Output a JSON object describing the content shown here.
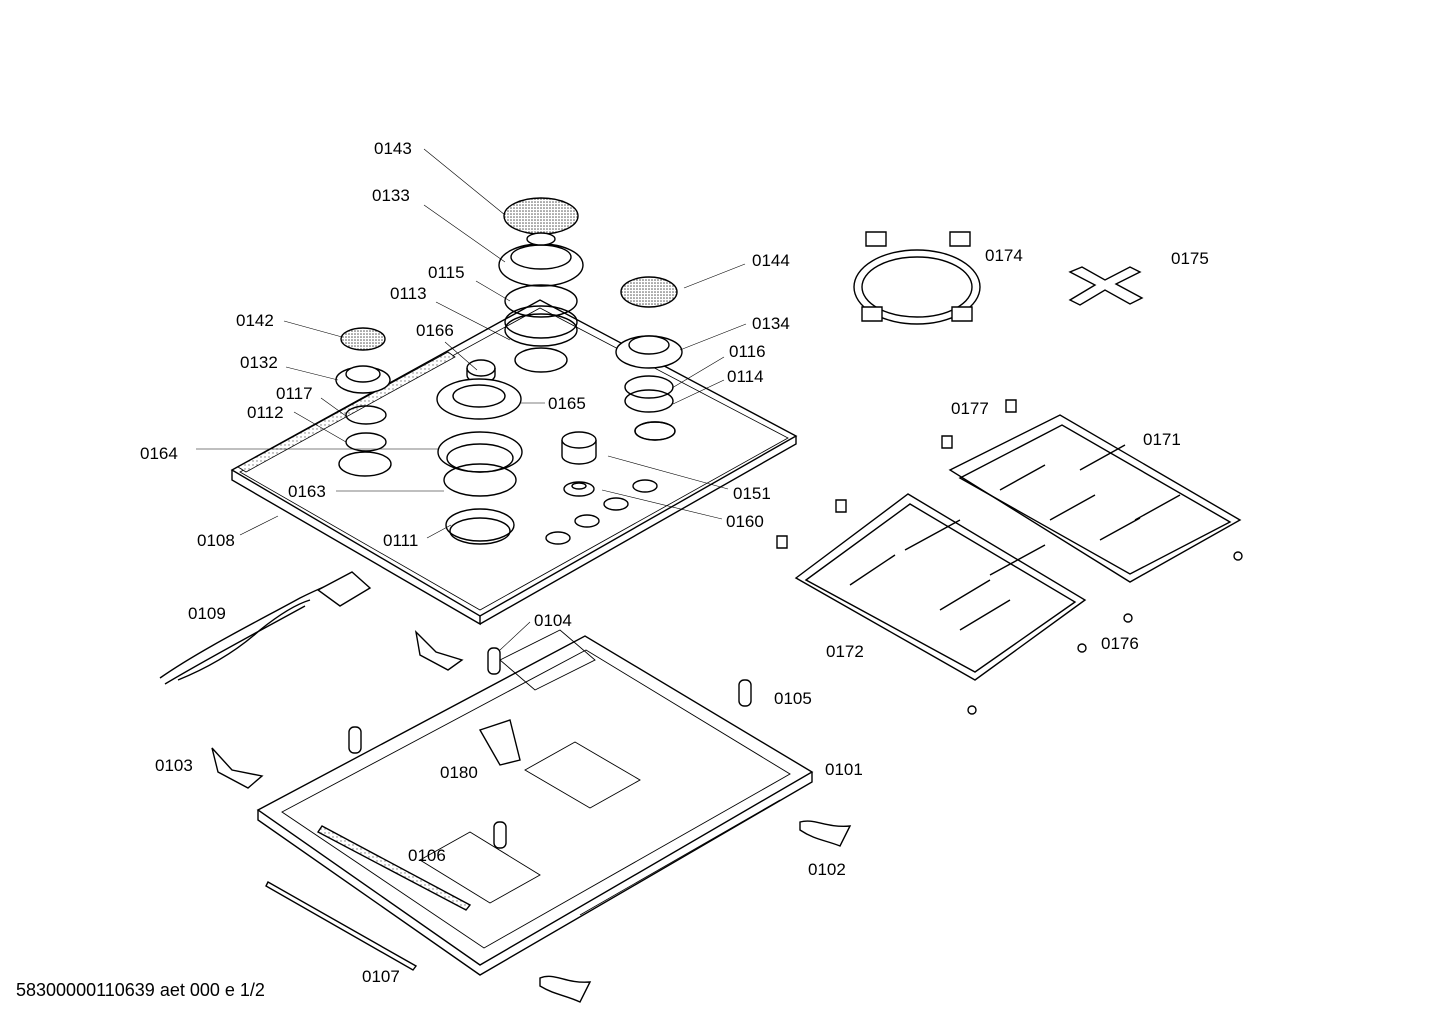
{
  "parts": {
    "p0143": "0143",
    "p0133": "0133",
    "p0115": "0115",
    "p0113": "0113",
    "p0144": "0144",
    "p0142": "0142",
    "p0166": "0166",
    "p0134": "0134",
    "p0132": "0132",
    "p0116": "0116",
    "p0117": "0117",
    "p0114": "0114",
    "p0112": "0112",
    "p0165": "0165",
    "p0164": "0164",
    "p0151": "0151",
    "p0163": "0163",
    "p0160": "0160",
    "p0108": "0108",
    "p0111": "0111",
    "p0109": "0109",
    "p0104": "0104",
    "p0105": "0105",
    "p0103": "0103",
    "p0180": "0180",
    "p0101": "0101",
    "p0106": "0106",
    "p0102": "0102",
    "p0107": "0107",
    "p0174": "0174",
    "p0175": "0175",
    "p0177": "0177",
    "p0171": "0171",
    "p0172": "0172",
    "p0176": "0176"
  },
  "footer": "58300000110639 aet 000 e 1/2"
}
